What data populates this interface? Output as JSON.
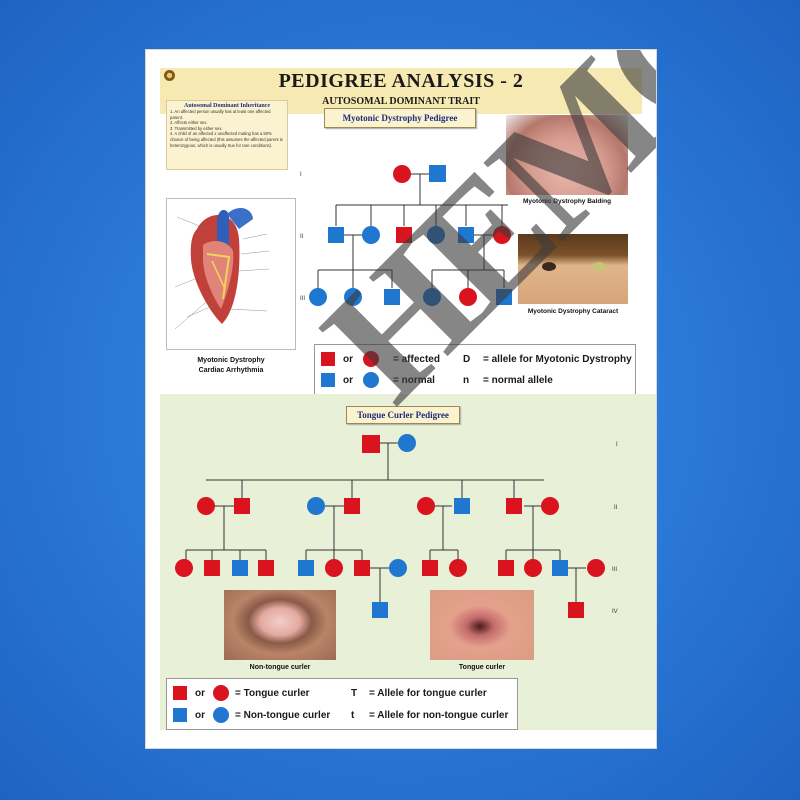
{
  "poster": {
    "title": "PEDIGREE ANALYSIS - 2",
    "subtitle": "AUTOSOMAL DOMINANT TRAIT"
  },
  "ad_box": {
    "title": "Autosomal Dominant Inheritance",
    "items": [
      "1. An affected person usually has at least one affected parent.",
      "2. Affects either sex.",
      "3. Transmitted by either sex.",
      "4. A child of an affected x unaffected mating has a 50% chance of being affected (this assumes the affected parent is heterozygous, which is usually true for rare conditions)."
    ]
  },
  "myotonic": {
    "tag": "Myotonic Dystrophy Pedigree",
    "gen_labels": [
      "I",
      "II",
      "III"
    ],
    "cap_balding": "Myotonic Dystrophy Balding",
    "cap_cataract": "Myotonic Dystrophy Cataract",
    "heart_caption_1": "Myotonic Dystrophy",
    "heart_caption_2": "Cardiac Arrhythmia",
    "legend": {
      "or1": "or",
      "eq_affected": "= affected",
      "D": "D",
      "eq_d": "= allele for Myotonic Dystrophy",
      "or2": "or",
      "eq_normal": "= normal",
      "n": "n",
      "eq_n": "= normal allele"
    }
  },
  "tongue": {
    "tag": "Tongue Curler Pedigree",
    "gen_labels": [
      "I",
      "II",
      "III",
      "IV"
    ],
    "cap_non": "Non-tongue curler",
    "cap_curler": "Tongue curler",
    "legend": {
      "or1": "or",
      "eq_curler": "= Tongue curler",
      "T": "T",
      "eq_T": "= Allele for tongue curler",
      "or2": "or",
      "eq_non": "= Non-tongue curler",
      "t": "t",
      "eq_t": "= Allele for non-tongue curler"
    }
  },
  "colors": {
    "affected": "#d9141e",
    "normal": "#1f77d0",
    "header_bg": "#f7e9b2",
    "lower_bg": "#e9f0d8"
  },
  "watermark": "HEMC"
}
